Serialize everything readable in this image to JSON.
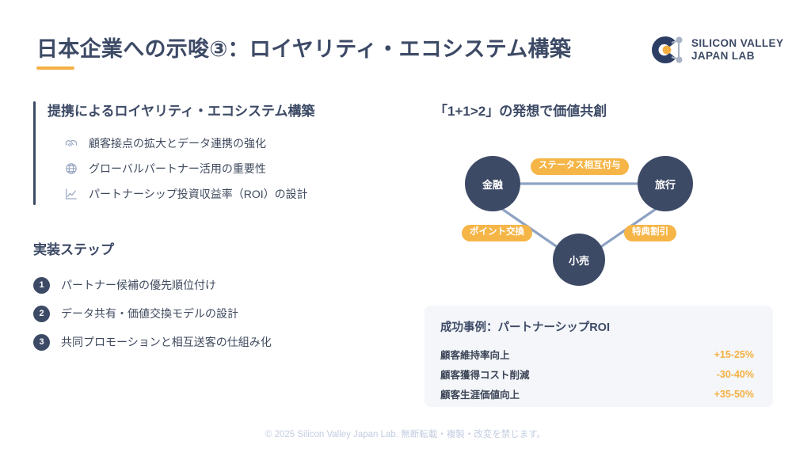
{
  "header": {
    "title": "日本企業への示唆③：ロイヤリティ・エコシステム構築",
    "logo": {
      "line1": "SILICON VALLEY",
      "line2": "JAPAN LAB",
      "mark_name": "silicon-valley-japan-lab-logo",
      "navy": "#2c3e63",
      "accent": "#f5b041",
      "node_gray": "#a9b3c4"
    }
  },
  "left": {
    "panel": {
      "heading": "提携によるロイヤリティ・エコシステム構築",
      "bullets": [
        {
          "icon": "handshake-icon",
          "text": "顧客接点の拡大とデータ連携の強化"
        },
        {
          "icon": "globe-icon",
          "text": "グローバルパートナー活用の重要性"
        },
        {
          "icon": "line-chart-icon",
          "text": "パートナーシップ投資収益率（ROI）の設計"
        }
      ]
    },
    "steps": {
      "heading": "実装ステップ",
      "items": [
        {
          "number": "1",
          "text": "パートナー候補の優先順位付け"
        },
        {
          "number": "2",
          "text": "データ共有・価値交換モデルの設計"
        },
        {
          "number": "3",
          "text": "共同プロモーションと相互送客の仕組み化"
        }
      ]
    }
  },
  "right": {
    "heading": "「1+1>2」の発想で価値共創",
    "diagram": {
      "nodes": [
        {
          "id": "finance",
          "label": "金融"
        },
        {
          "id": "travel",
          "label": "旅行"
        },
        {
          "id": "retail",
          "label": "小売"
        }
      ],
      "edges": [
        {
          "from": "finance",
          "to": "travel",
          "label": "ステータス相互付与"
        },
        {
          "from": "finance",
          "to": "retail",
          "label": "ポイント交換"
        },
        {
          "from": "travel",
          "to": "retail",
          "label": "特典割引"
        }
      ],
      "node_color": "#3d4a66",
      "edge_color": "#8ea3c3",
      "pill_color": "#f5b547"
    },
    "roi": {
      "title": "成功事例：パートナーシップROI",
      "rows": [
        {
          "label": "顧客維持率向上",
          "value": "+15-25%"
        },
        {
          "label": "顧客獲得コスト削減",
          "value": "-30-40%"
        },
        {
          "label": "顧客生涯価値向上",
          "value": "+35-50%"
        }
      ],
      "value_color": "#f5b041"
    }
  },
  "footer": {
    "text": "© 2025 Silicon Valley Japan Lab. 無断転載・複製・改変を禁じます。"
  }
}
